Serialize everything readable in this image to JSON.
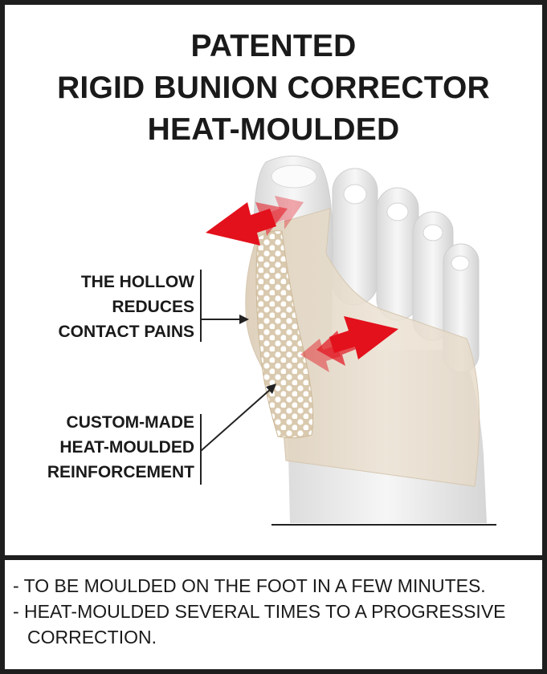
{
  "title": {
    "line1": "PATENTED",
    "line2": "RIGID BUNION CORRECTOR",
    "line3": "HEAT-MOULDED"
  },
  "callouts": {
    "hollow": [
      "THE HOLLOW",
      "REDUCES",
      "CONTACT PAINS"
    ],
    "reinforcement": [
      "CUSTOM-MADE",
      "HEAT-MOULDED",
      "REINFORCEMENT"
    ]
  },
  "notes": [
    "- TO BE MOULDED ON THE FOOT IN A FEW MINUTES.",
    "- HEAT-MOULDED SEVERAL TIMES TO A PROGRESSIVE CORRECTION."
  ],
  "colors": {
    "border": "#1e1e1e",
    "arrow_red": "#e3111c",
    "sleeve": "#e9ddcd",
    "foot": "#f1f1f1"
  }
}
